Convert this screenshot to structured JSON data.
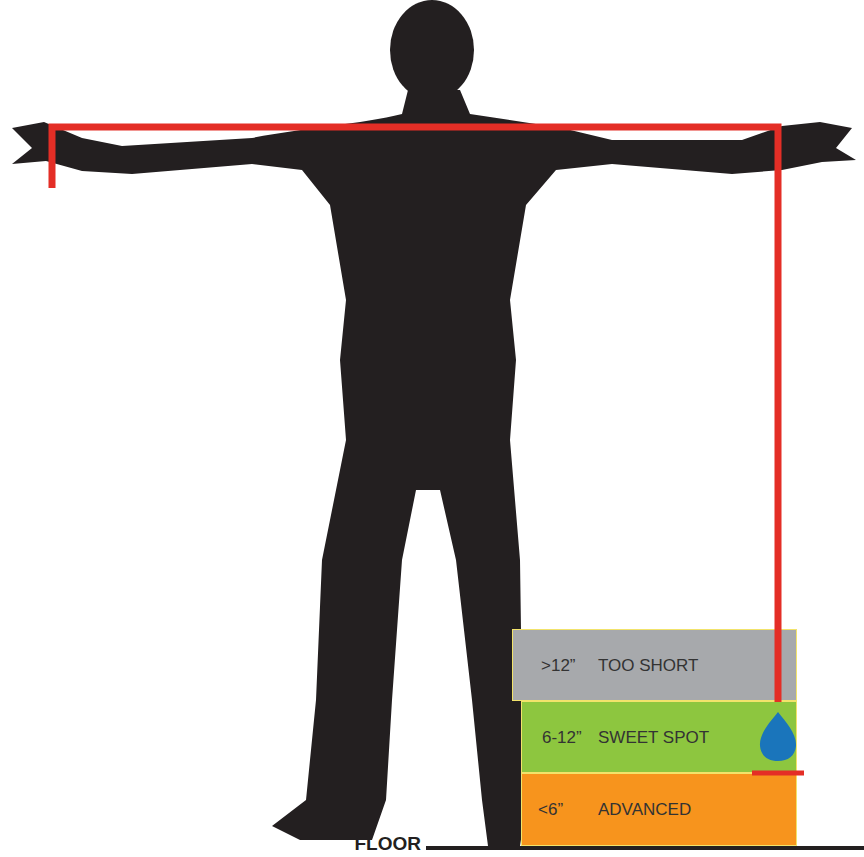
{
  "diagram": {
    "nodes": [
      {
        "text": [
          ">12”",
          "TOO SHORT"
        ]
      },
      {
        "text": [
          "6-12”",
          "SWEET SPOT"
        ]
      },
      {
        "text": [
          "<6”",
          "ADVANCED"
        ]
      }
    ],
    "labels": [
      "FLOOR"
    ]
  }
}
